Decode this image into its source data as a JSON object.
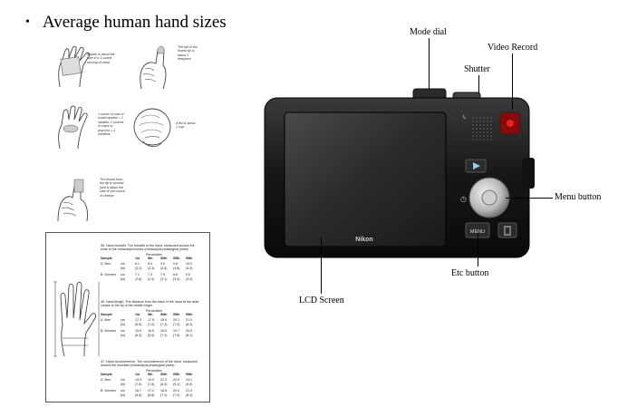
{
  "slide": {
    "bullet": "Average human hand sizes"
  },
  "hand_notes": [
    "A palm is about the size of a 3-ounce serving of meat.",
    "The tail of the thumb tip is about 1 teaspoon",
    "1 ounce of nuts or small candies = 1 handful; 2 ounces of chips or popcorn = 2 handfuls",
    "A fist is about 1 cup.",
    "The thumb from the tip to second joint is about the size of one ounce of cheese"
  ],
  "document": {
    "sections": [
      {
        "title": "46. Hand breadth. The breadth of the hand, measured across the ends of the metacarpal bones (metacarpal-phalangeal joints)."
      },
      {
        "title": "46. Hand length. The distance from the base of the hand at the wrist crease to the tip of the middle finger."
      },
      {
        "title": "47. Hand circumference. The circumference of the hand, measured around the knuckles (metacarpal-phalangeal joints)."
      }
    ],
    "percentiles_header": "Percentiles",
    "columns": [
      "Sample",
      "1st",
      "5th",
      "50th",
      "95th",
      "99th"
    ],
    "rows": [
      [
        "A. Men",
        "cm",
        "8.1",
        "8.4",
        "9.0",
        "9.8",
        "10.2"
      ],
      [
        "",
        "(in)",
        "(3.2)",
        "(3.3)",
        "(3.5)",
        "(3.8)",
        "(3.9)"
      ],
      [
        "B. Women",
        "cm",
        "7.1",
        "7.3",
        "7.9",
        "8.6",
        "9.0"
      ],
      [
        "",
        "(in)",
        "(2.8)",
        "(2.9)",
        "(3.1)",
        "(3.4)",
        "(3.5)"
      ],
      [
        "A. Men",
        "cm",
        "17.3",
        "17.8",
        "18.9",
        "20.1",
        "21.0"
      ],
      [
        "",
        "(in)",
        "(6.8)",
        "(7.0)",
        "(7.4)",
        "(7.9)",
        "(8.3)"
      ],
      [
        "B. Women",
        "cm",
        "15.9",
        "16.5",
        "18.0",
        "19.7",
        "20.5"
      ],
      [
        "",
        "(in)",
        "(6.3)",
        "(6.5)",
        "(7.1)",
        "(7.8)",
        "(8.1)"
      ],
      [
        "A. Men",
        "cm",
        "19.3",
        "19.9",
        "21.3",
        "23.0",
        "24.1"
      ],
      [
        "",
        "(in)",
        "(7.6)",
        "(7.8)",
        "(8.4)",
        "(9.1)",
        "(9.5)"
      ],
      [
        "B. Women",
        "cm",
        "16.7",
        "17.2",
        "18.6",
        "20.0",
        "21.0"
      ],
      [
        "",
        "(in)",
        "(6.6)",
        "(6.8)",
        "(7.3)",
        "(7.9)",
        "(8.3)"
      ]
    ]
  },
  "camera": {
    "brand": "Nikon",
    "menu_key": "MENU",
    "labels": {
      "mode_dial": "Mode dial",
      "video_record": "Video Record",
      "shutter": "Shutter",
      "menu_button": "Menu button",
      "etc_button": "Etc button",
      "lcd_screen": "LCD Screen"
    }
  }
}
